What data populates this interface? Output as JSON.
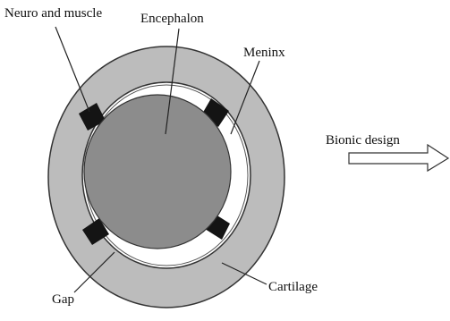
{
  "labels": {
    "neuro_muscle": "Neuro and muscle",
    "encephalon": "Encephalon",
    "meninx": "Meninx",
    "gap": "Gap",
    "cartilage": "Cartilage",
    "bionic_design": "Bionic design"
  },
  "colors": {
    "cartilage": "#bcbcbc",
    "gap": "#ffffff",
    "encephalon": "#8c8c8c",
    "neuro_muscle": "#141414",
    "line": "#222222"
  }
}
